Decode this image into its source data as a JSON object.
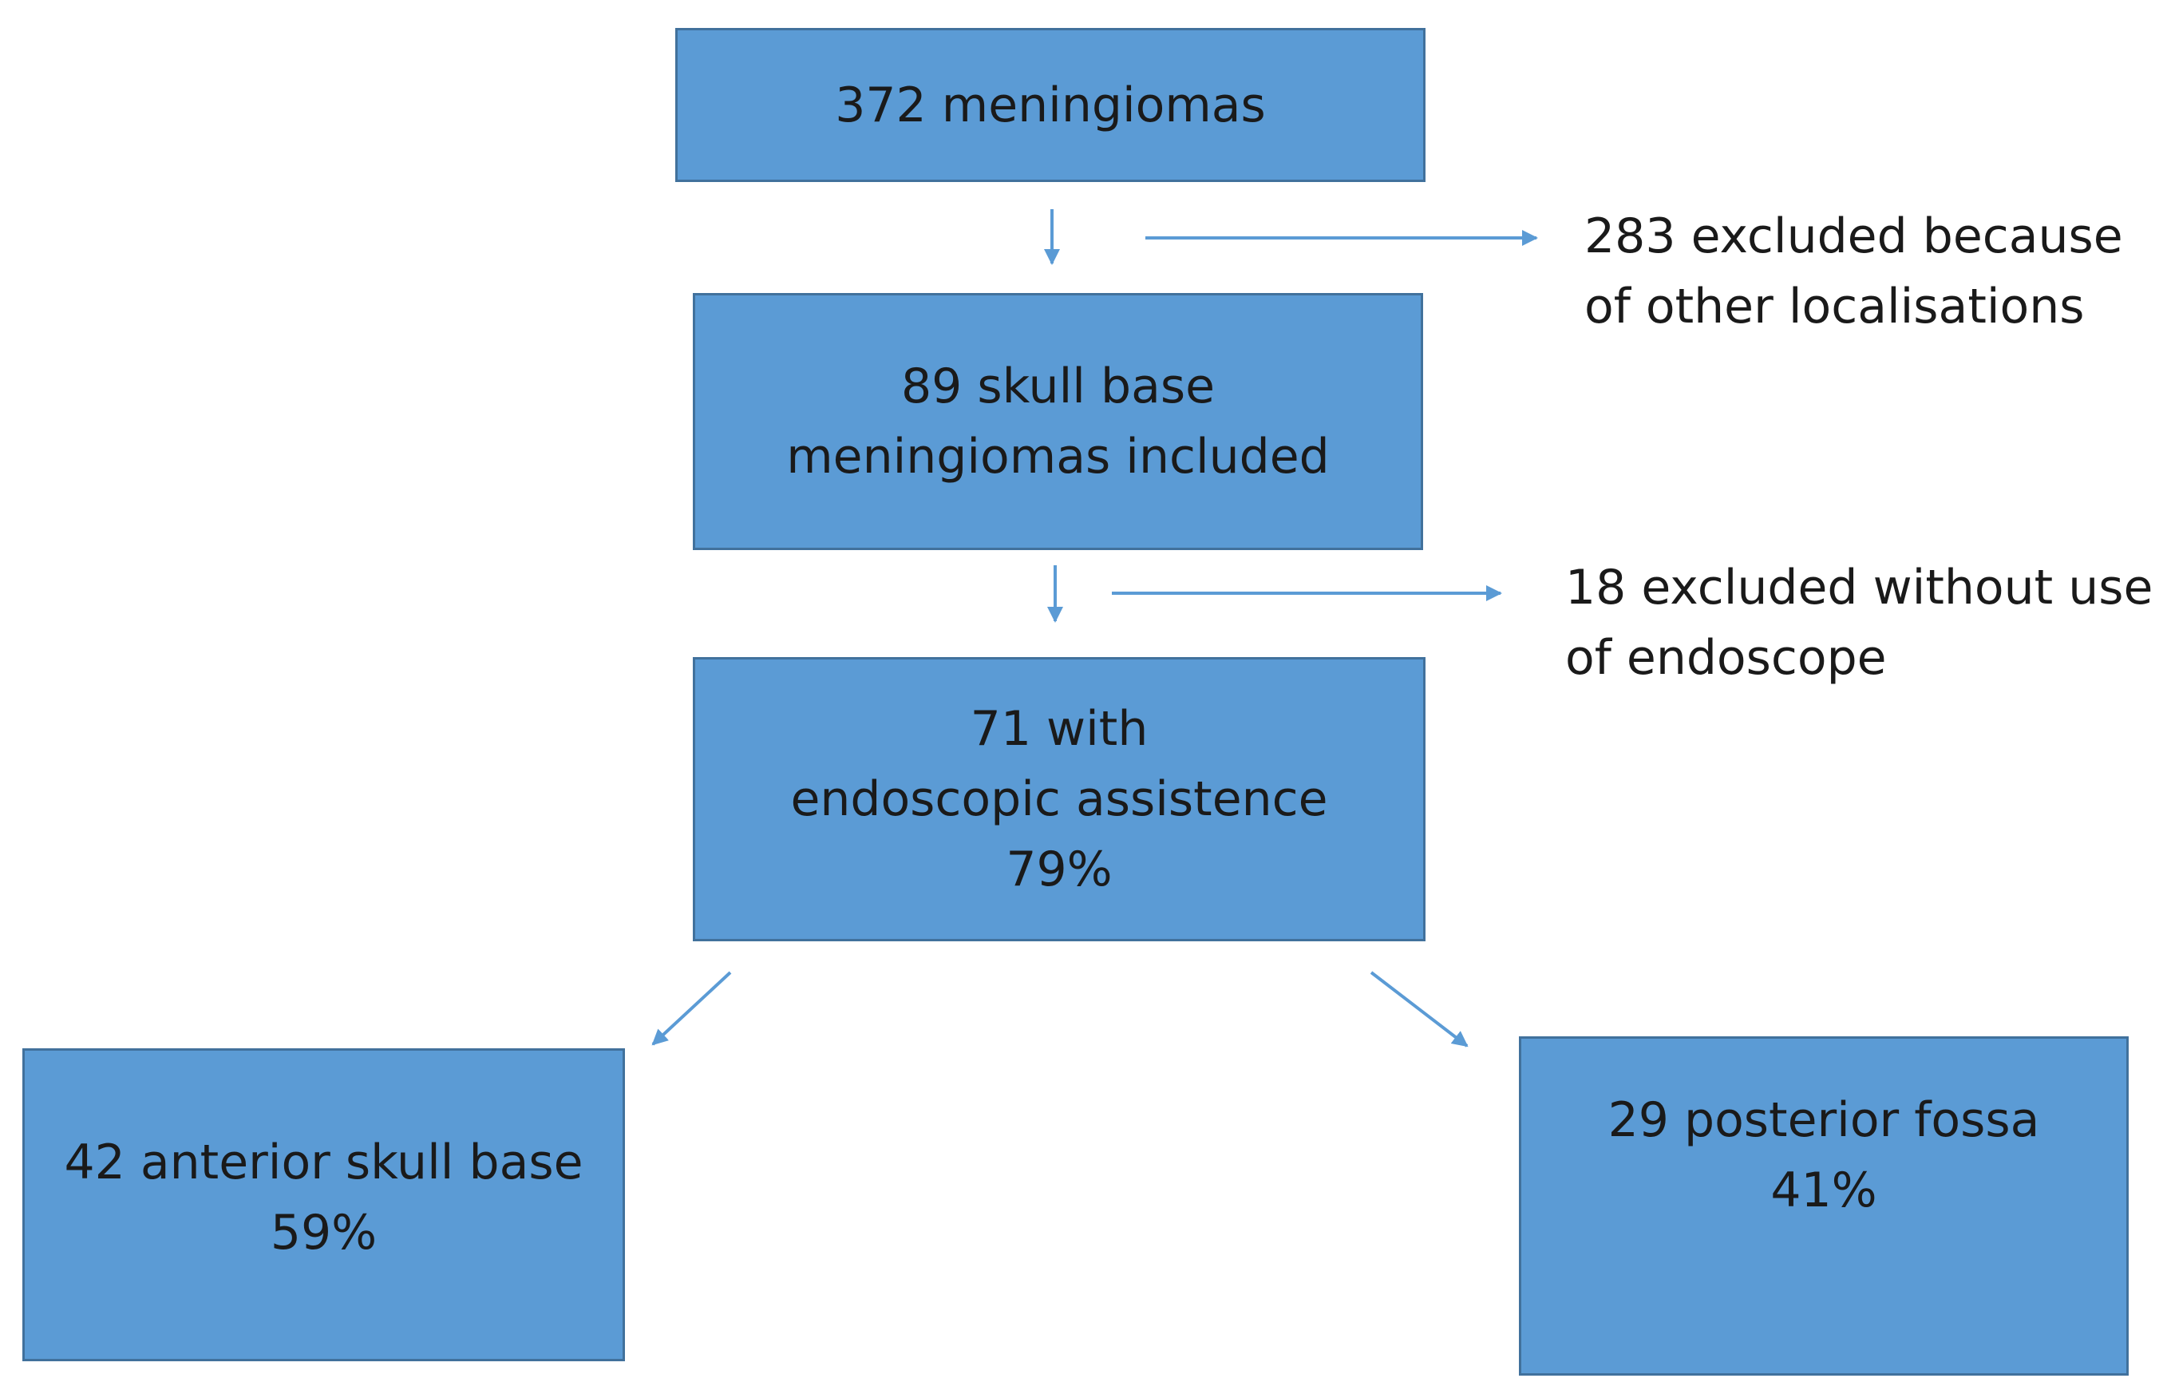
{
  "colors": {
    "box_fill": "#5b9bd5",
    "box_border": "#41719c",
    "arrow": "#5b9bd5",
    "text": "#1a1a1a"
  },
  "boxes": {
    "total": {
      "lines": [
        "372 meningiomas"
      ]
    },
    "skull_base": {
      "lines": [
        "89 skull base",
        "meningiomas included"
      ]
    },
    "endoscopic": {
      "lines": [
        "71 with",
        "endoscopic assistence",
        "79%"
      ]
    },
    "anterior": {
      "lines": [
        "42 anterior skull base",
        "59%"
      ]
    },
    "posterior": {
      "lines": [
        "29 posterior fossa",
        "41%"
      ]
    }
  },
  "notes": {
    "excluded_localisation": {
      "lines": [
        "283 excluded because",
        "of other localisations"
      ]
    },
    "excluded_no_endoscope": {
      "lines": [
        "18 excluded without use",
        "of endoscope"
      ]
    }
  }
}
